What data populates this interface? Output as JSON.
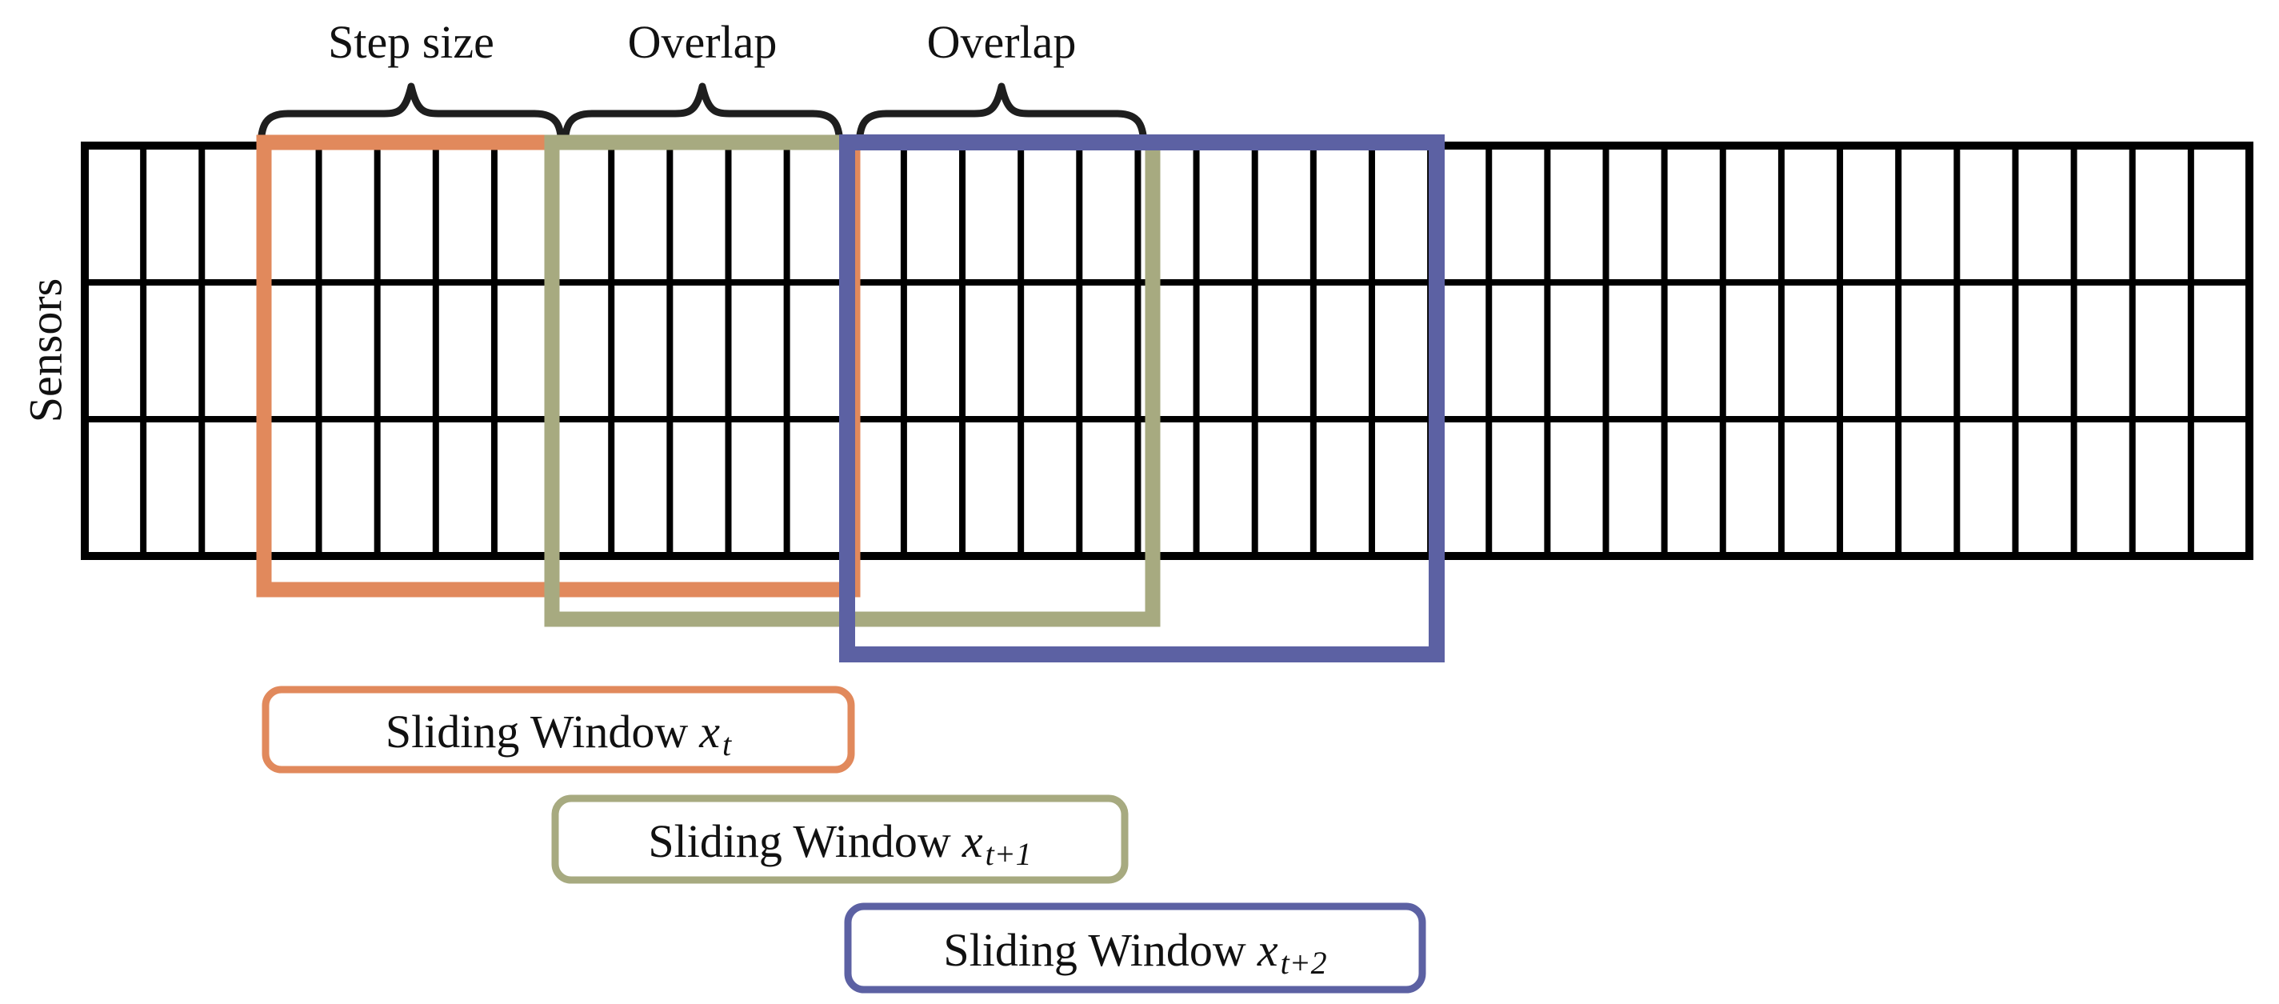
{
  "diagram": {
    "ylabel": "Sensors",
    "grid": {
      "rows": 3,
      "columns": 37
    },
    "braces": [
      {
        "label": "Step size"
      },
      {
        "label": "Overlap"
      },
      {
        "label": "Overlap"
      }
    ],
    "windows": [
      {
        "id": "x_t",
        "color": "#E1895C",
        "legend": {
          "prefix": "Sliding Window",
          "variable": "x",
          "subscript": "t"
        }
      },
      {
        "id": "x_t+1",
        "color": "#A7AA80",
        "legend": {
          "prefix": "Sliding Window",
          "variable": "x",
          "subscript": "t+1"
        }
      },
      {
        "id": "x_t+2",
        "color": "#5C61A3",
        "legend": {
          "prefix": "Sliding Window",
          "variable": "x",
          "subscript": "t+2"
        }
      }
    ],
    "colors": {
      "grid_line": "#000000",
      "brace": "#1E1E1E",
      "background": "#FFFFFF"
    }
  }
}
